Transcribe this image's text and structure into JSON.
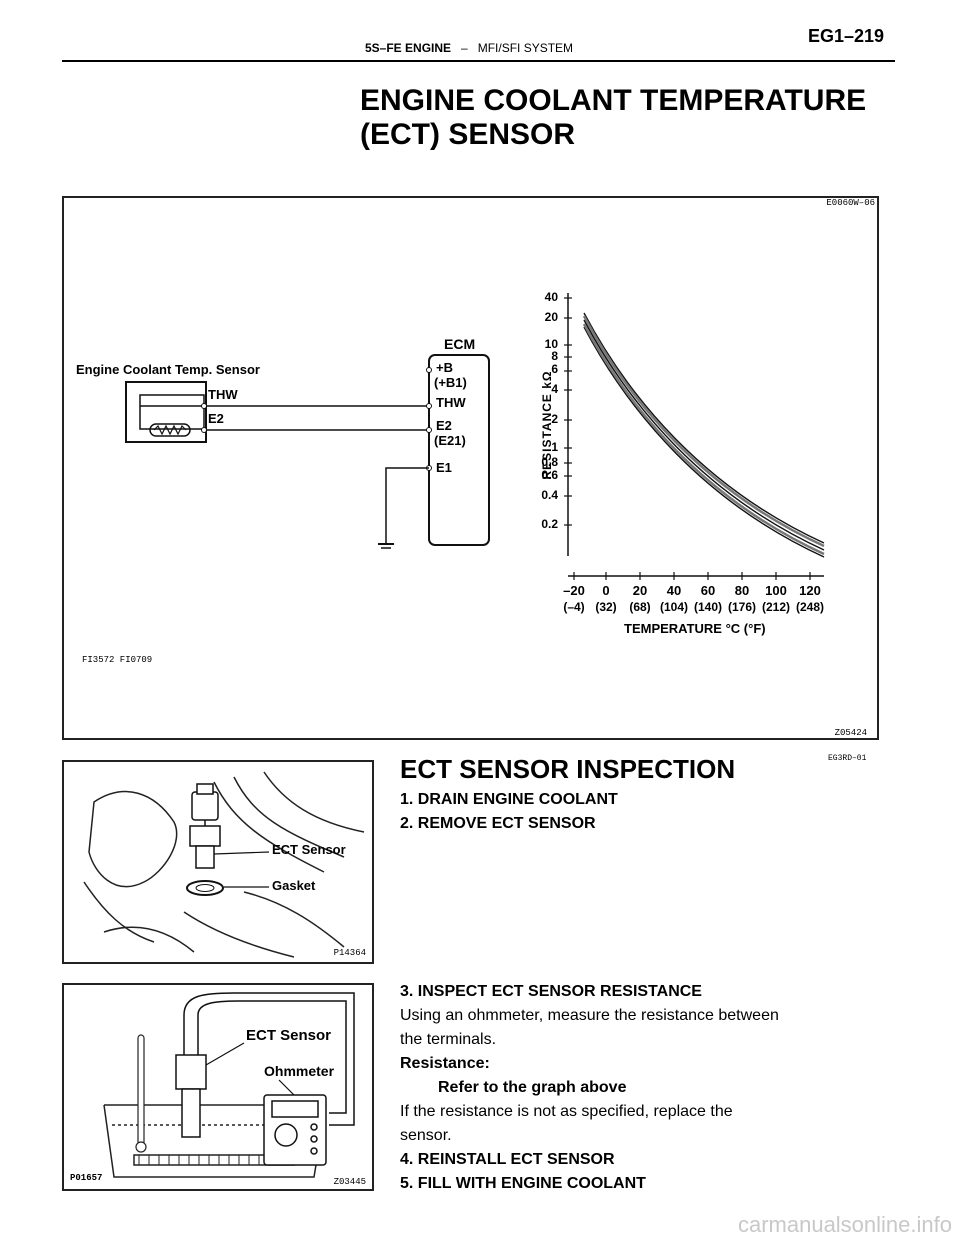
{
  "header": {
    "engine": "5S–FE ENGINE",
    "separator": "–",
    "system": "MFI/SFI SYSTEM",
    "page_number": "EG1–219"
  },
  "title": {
    "line1": "ENGINE COOLANT TEMPERATURE",
    "line2": "(ECT) SENSOR"
  },
  "figure1": {
    "top_code": "E0060W–06",
    "bottom_left_code": "FI3572 FI0709",
    "bottom_right_code": "Z05424",
    "sensor_label": "Engine Coolant Temp. Sensor",
    "thw_left": "THW",
    "e2_left": "E2",
    "ecm_label": "ECM",
    "ecm_terminals": [
      "+B",
      "(+B1)",
      "THW",
      "E2",
      "(E21)",
      "E1"
    ],
    "ylabel": "RESISTANCE kΩ",
    "xlabel": "TEMPERATURE °C (°F)",
    "y_ticks": [
      "40",
      "20",
      "10",
      "8",
      "6",
      "4",
      "2",
      "1",
      "0.8",
      "0.6",
      "0.4",
      "0.2"
    ],
    "x_ticks_c": [
      "–20",
      "0",
      "20",
      "40",
      "60",
      "80",
      "100",
      "120"
    ],
    "x_ticks_f": [
      "(–4)",
      "(32)",
      "(68)",
      "(104)",
      "(140)",
      "(176)",
      "(212)",
      "(248)"
    ]
  },
  "inspection": {
    "title": "ECT SENSOR INSPECTION",
    "section_code": "EG3RD–01",
    "step1": "1. DRAIN ENGINE COOLANT",
    "step2": "2. REMOVE ECT SENSOR",
    "step3": "3. INSPECT ECT SENSOR RESISTANCE",
    "para1_line1": "Using an ohmmeter, measure the resistance between",
    "para1_line2": "the terminals.",
    "resistance_label": "Resistance:",
    "resistance_value": "Refer to the graph above",
    "para2_line1": "If the resistance is not as specified, replace the",
    "para2_line2": "sensor.",
    "step4": "4. REINSTALL ECT SENSOR",
    "step5": "5. FILL WITH ENGINE COOLANT"
  },
  "figure2": {
    "ect_label": "ECT Sensor",
    "gasket_label": "Gasket",
    "code": "P14364"
  },
  "figure3": {
    "ect_label": "ECT Sensor",
    "ohmmeter_label": "Ohmmeter",
    "code_left": "P01657",
    "code_right": "Z03445"
  },
  "watermark": "carmanualsonline.info"
}
